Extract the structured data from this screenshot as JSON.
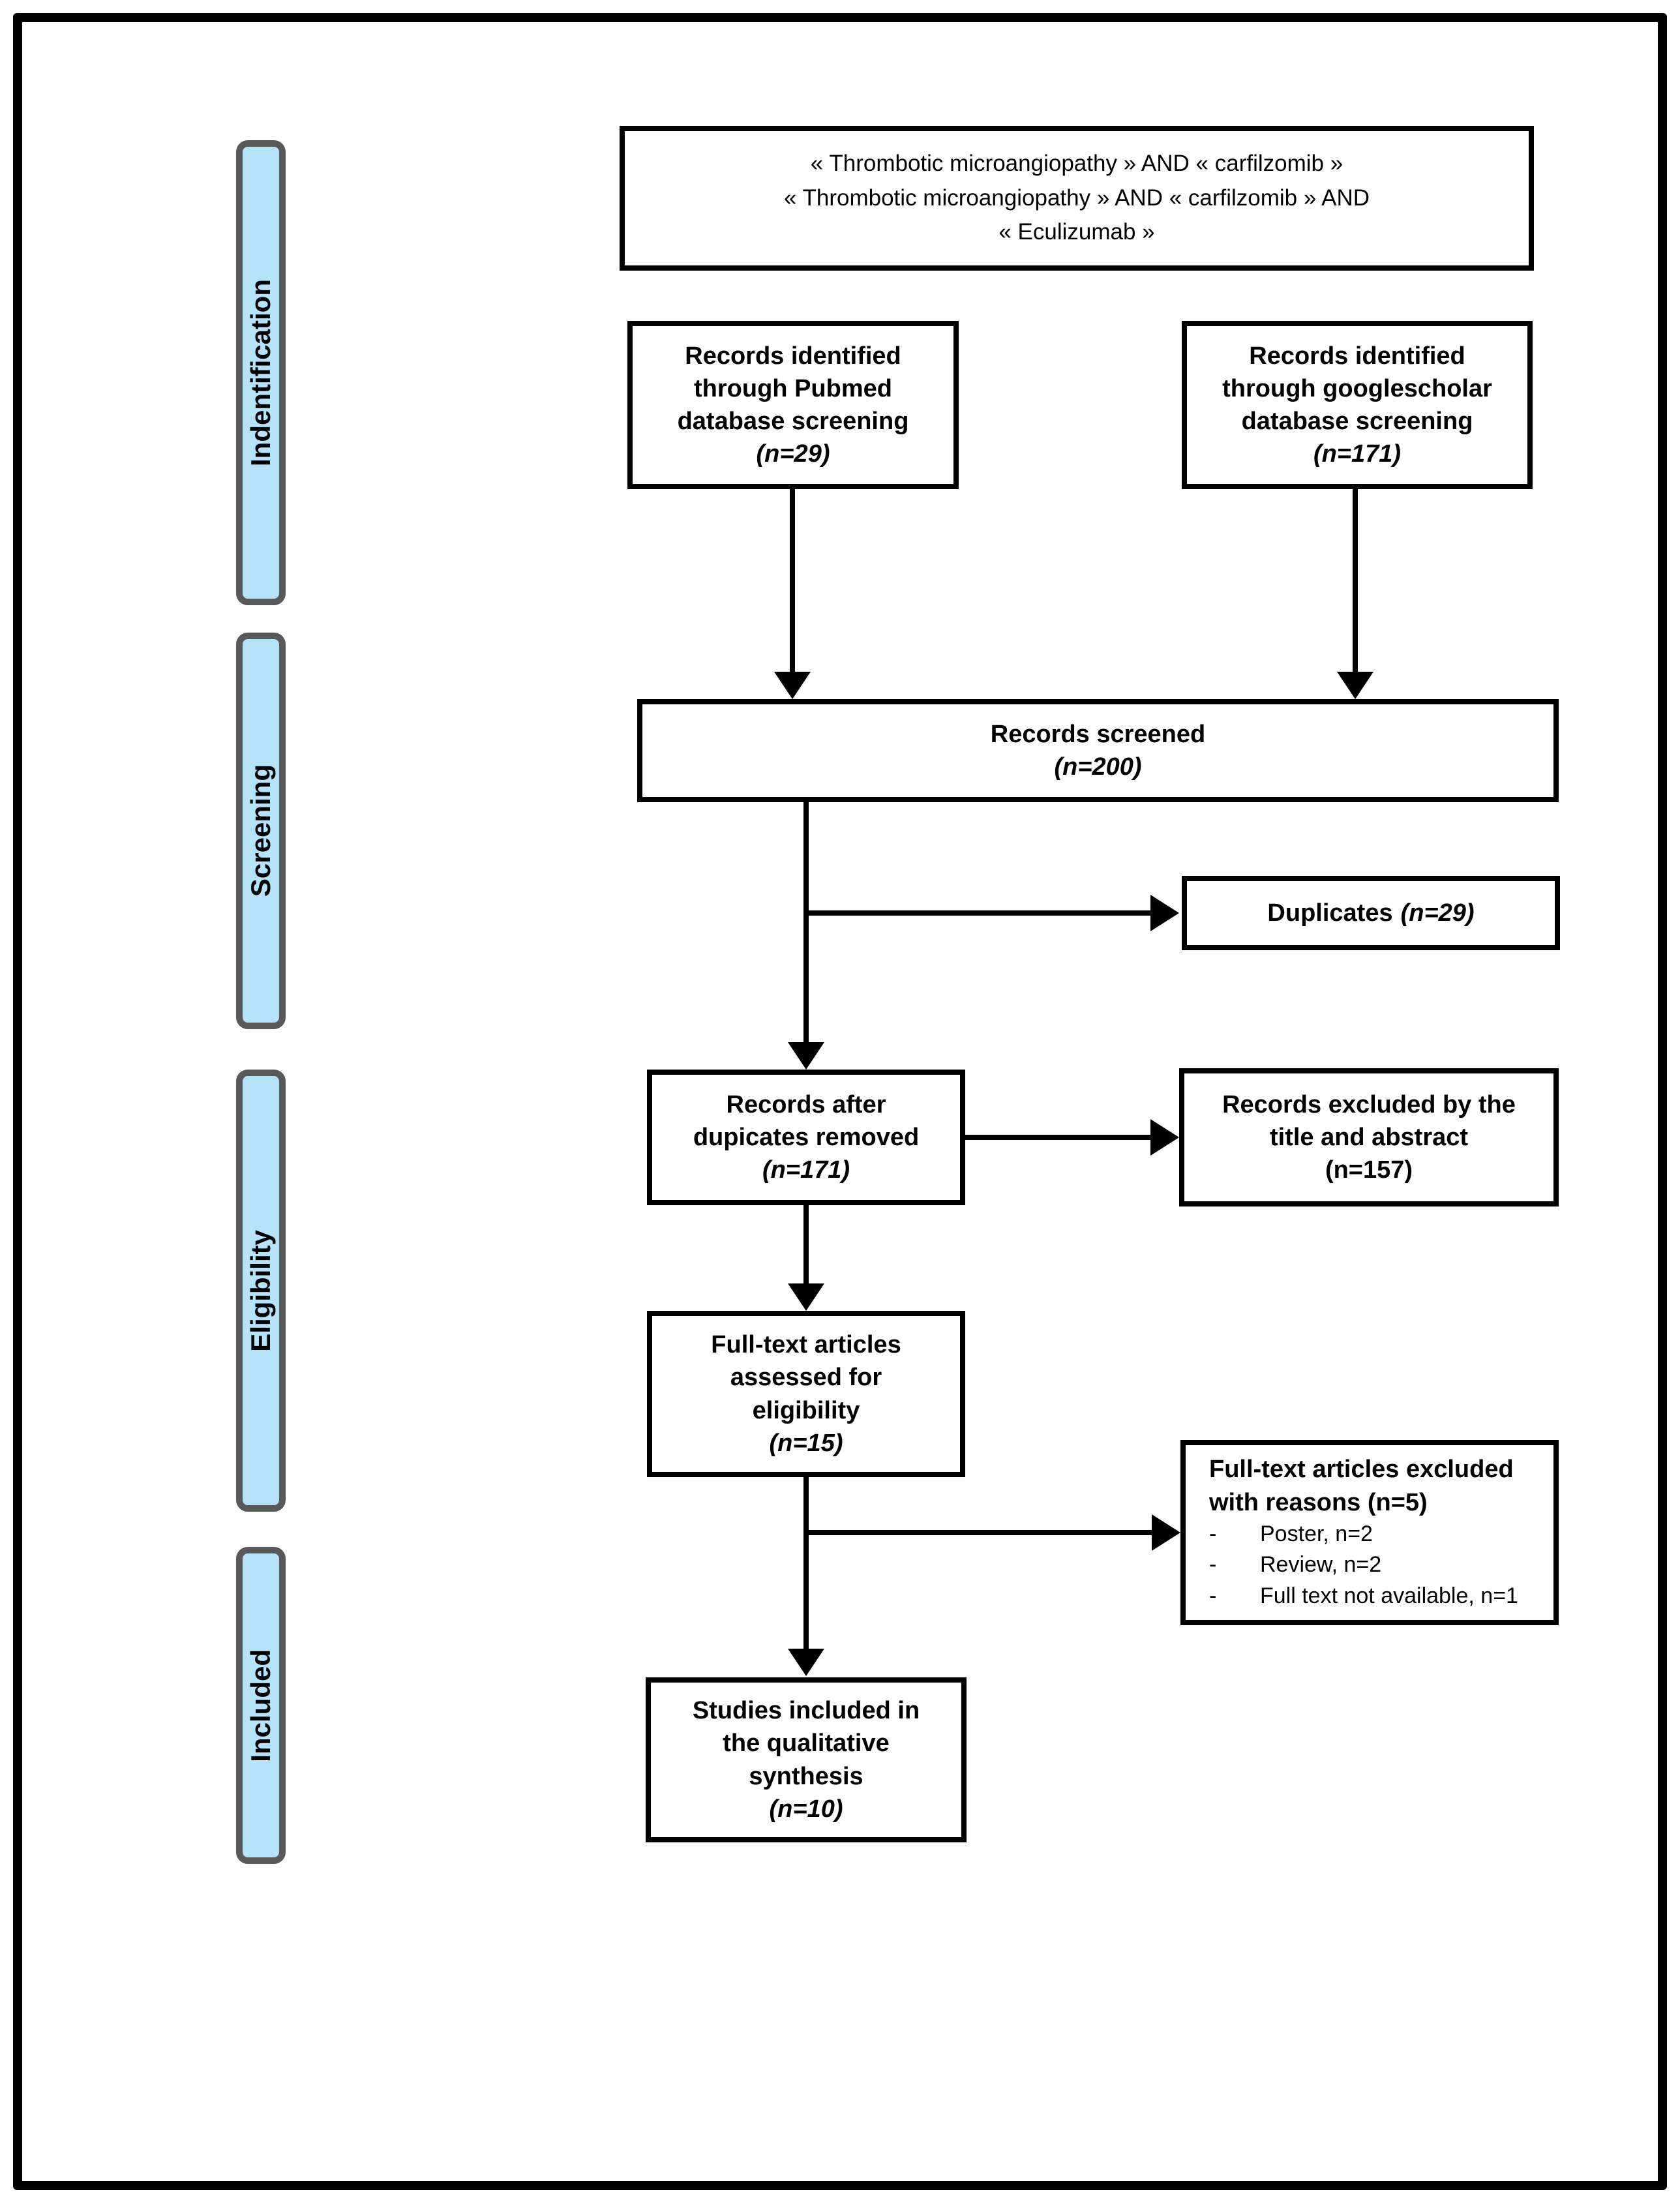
{
  "palette": {
    "background": "#ffffff",
    "frame_border": "#000000",
    "box_border": "#000000",
    "stage_fill": "#b5e3fa",
    "stage_border": "#58595b",
    "text": "#000000"
  },
  "search_box": {
    "lines": [
      "« Thrombotic microangiopathy » AND « carfilzomib »",
      "«  Thrombotic microangiopathy » AND « carfilzomib » AND",
      "« Eculizumab »"
    ]
  },
  "sidebar": {
    "stages": [
      {
        "label": "Indentification"
      },
      {
        "label": "Screening"
      },
      {
        "label": "Eligibility"
      },
      {
        "label": "Included"
      }
    ]
  },
  "flow": {
    "pubmed": {
      "lines": [
        "Records identified",
        "through Pubmed",
        "database screening"
      ],
      "count": "(n=29)"
    },
    "googlescholar": {
      "lines": [
        "Records identified",
        "through googlescholar",
        "database screening"
      ],
      "count": "(n=171)"
    },
    "screened": {
      "line": "Records screened",
      "count": "(n=200)"
    },
    "duplicates": {
      "label": "Duplicates",
      "count": "(n=29)"
    },
    "after_duplicates": {
      "lines": [
        "Records after",
        "dupicates removed"
      ],
      "count": "(n=171)"
    },
    "excluded_title_abstract": {
      "lines": [
        "Records excluded by the",
        "title and abstract",
        "(n=157)"
      ]
    },
    "fulltext_assessed": {
      "lines": [
        "Full-text articles",
        "assessed for",
        "eligibility"
      ],
      "count": "(n=15)"
    },
    "fulltext_excluded": {
      "heading_lines": [
        "Full-text articles excluded",
        "with reasons (n=5)"
      ],
      "reasons": [
        {
          "dash": "-",
          "text": "Poster, n=2"
        },
        {
          "dash": "-",
          "text": "Review, n=2"
        },
        {
          "dash": "-",
          "text": "Full text not available, n=1"
        }
      ]
    },
    "studies_included": {
      "lines": [
        "Studies included in",
        "the qualitative",
        "synthesis"
      ],
      "count": "(n=10)"
    }
  }
}
